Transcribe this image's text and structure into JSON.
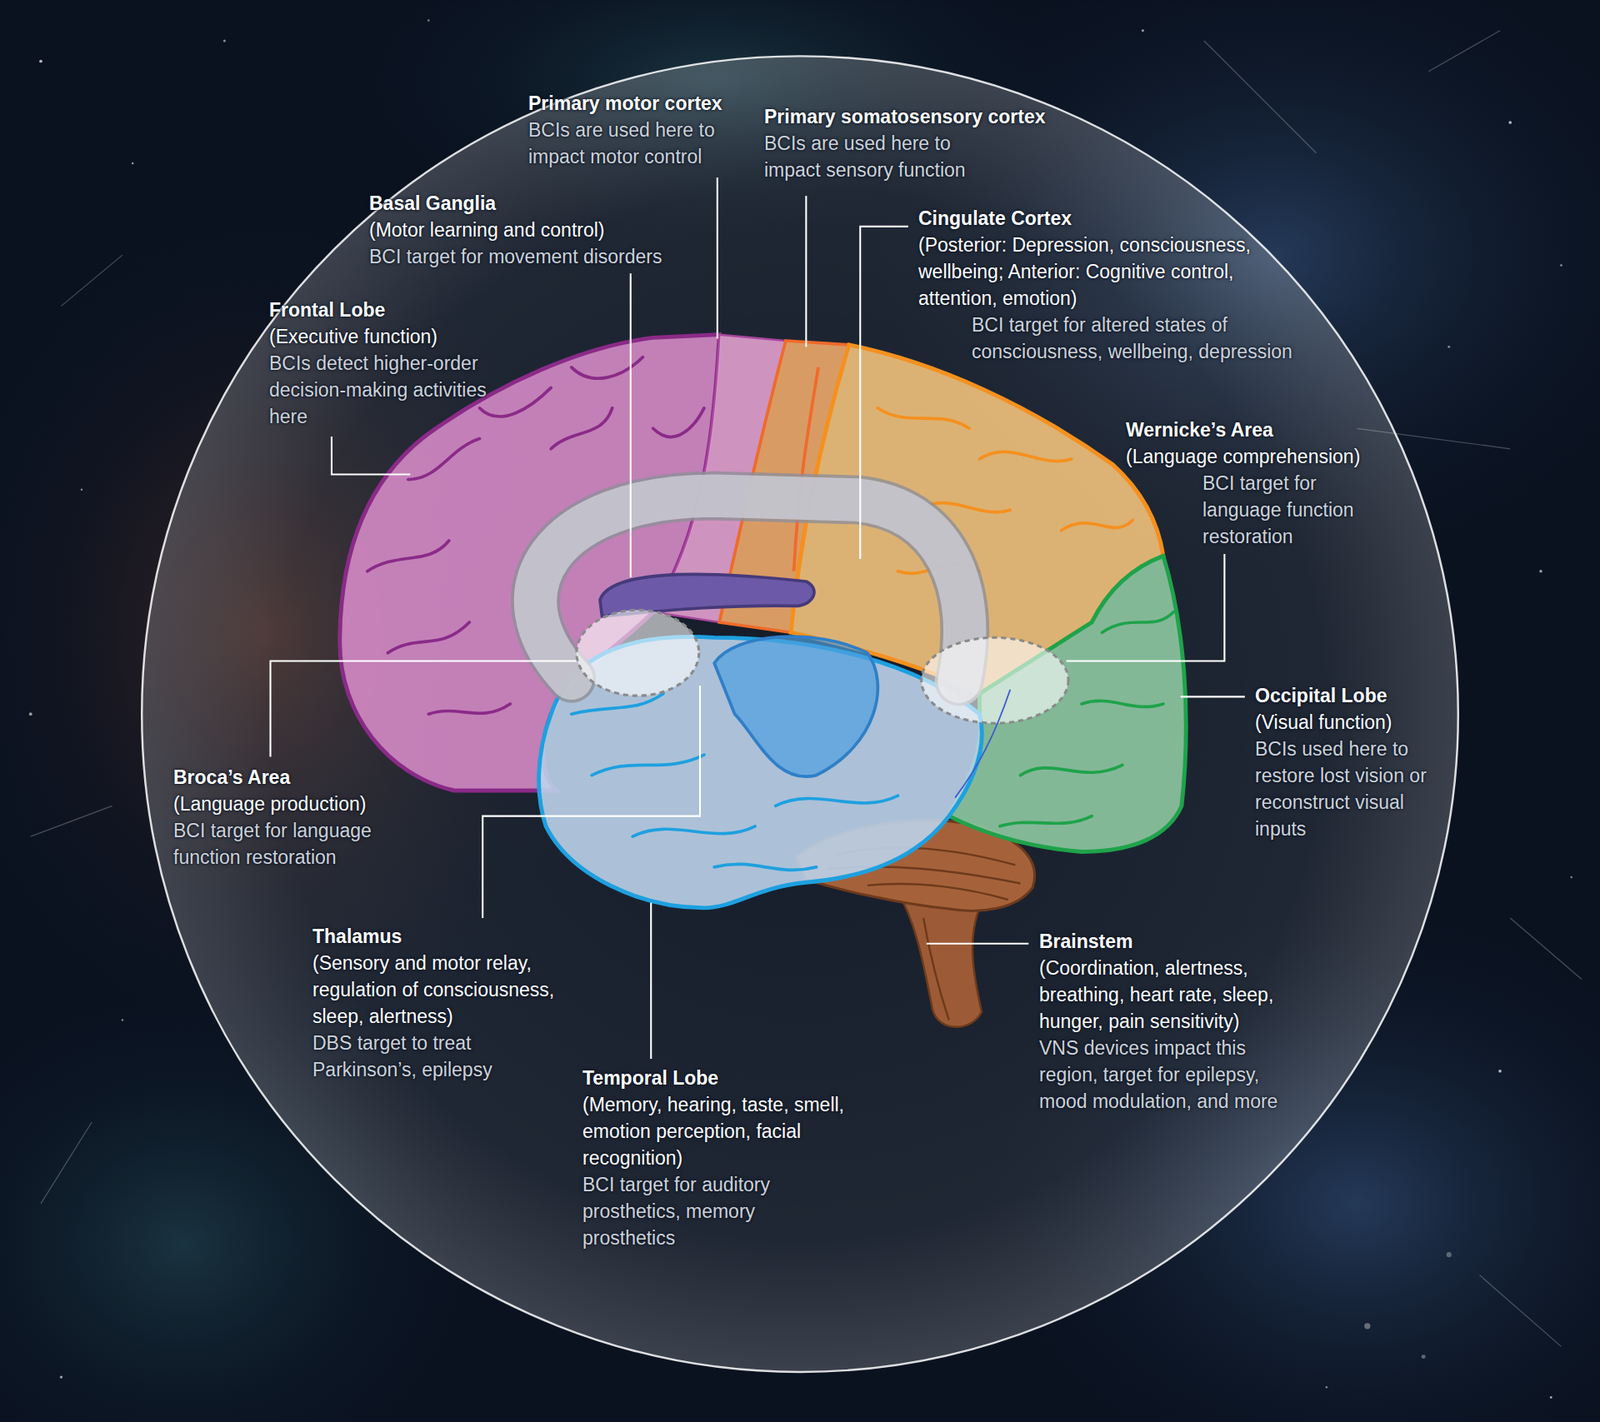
{
  "diagram": {
    "labels": [
      "Primary motor cortex",
      "BCIs are used here to impact motor control",
      "Primary somatosensory cortex",
      "BCIs are used here to impact sensory function",
      "Basal Ganglia",
      "(Motor learning and control)",
      "BCI target for movement disorders",
      "Cingulate Cortex",
      "(Posterior: Depression, consciousness, wellbeing; Anterior: Cognitive control, attention, emotion)",
      "BCI target for altered states of consciousness, wellbeing, depression",
      "Frontal Lobe",
      "(Executive function)",
      "BCIs detect higher-order decision-making activities here",
      "Wernicke’s Area",
      "(Language comprehension)",
      "BCI target for language function restoration",
      "Occipital Lobe",
      "(Visual function)",
      "BCIs used here to restore lost vision or reconstruct visual inputs",
      "Broca’s Area",
      "(Language production)",
      "BCI target for language function restoration",
      "Thalamus",
      "(Sensory and motor relay, regulation of consciousness, sleep, alertness)",
      "DBS target to treat Parkinson’s, epilepsy",
      "Brainstem",
      "(Coordination, alertness, breathing, heart rate, sleep, hunger, pain sensitivity)",
      "VNS devices impact this region, target for epilepsy, mood modulation, and more",
      "Temporal Lobe",
      "(Memory, hearing, taste, smell, emotion perception, facial recognition)",
      "BCI target for auditory prosthetics, memory prosthetics"
    ]
  }
}
